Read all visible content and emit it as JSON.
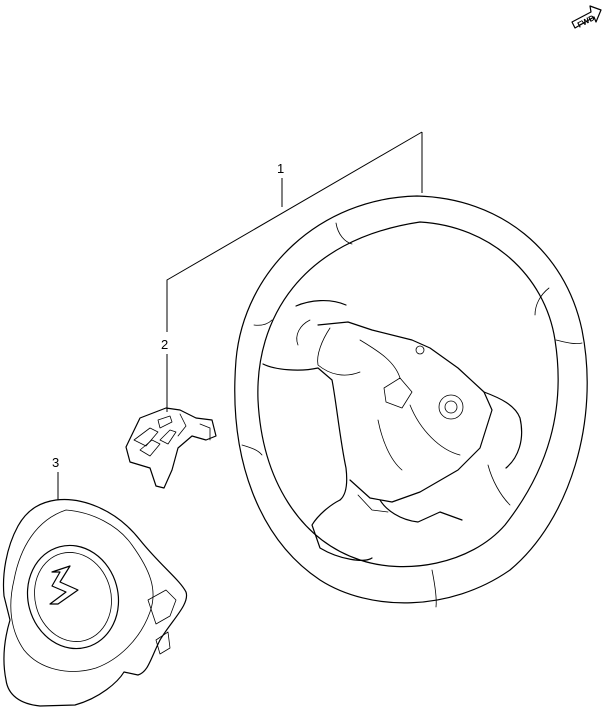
{
  "direction_indicator": {
    "label": "FWD",
    "icon": "fwd-arrow-icon"
  },
  "parts": [
    {
      "number": "1",
      "part": "steering-wheel"
    },
    {
      "number": "2",
      "part": "steering-switch"
    },
    {
      "number": "3",
      "part": "airbag-pad"
    }
  ]
}
